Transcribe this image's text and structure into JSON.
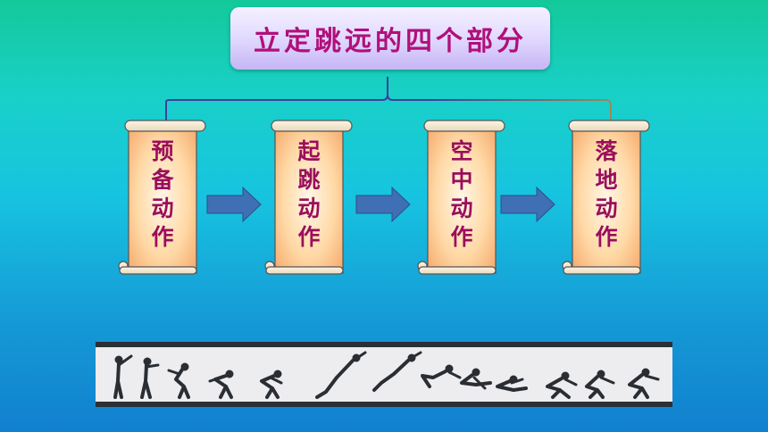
{
  "title": "立定跳远的四个部分",
  "parts": [
    {
      "chars": [
        "预",
        "备",
        "动",
        "作"
      ]
    },
    {
      "chars": [
        "起",
        "跳",
        "动",
        "作"
      ]
    },
    {
      "chars": [
        "空",
        "中",
        "动",
        "作"
      ]
    },
    {
      "chars": [
        "落",
        "地",
        "动",
        "作"
      ]
    }
  ],
  "colors": {
    "title_text": "#b0107a",
    "scroll_text": "#9a0e5c",
    "arrow_fill": "#3f6fb4",
    "bracket_line": "#3b3f9e"
  },
  "icons": {
    "arrow": "right-arrow-icon",
    "strip": "long-jump-silhouette-sequence"
  }
}
